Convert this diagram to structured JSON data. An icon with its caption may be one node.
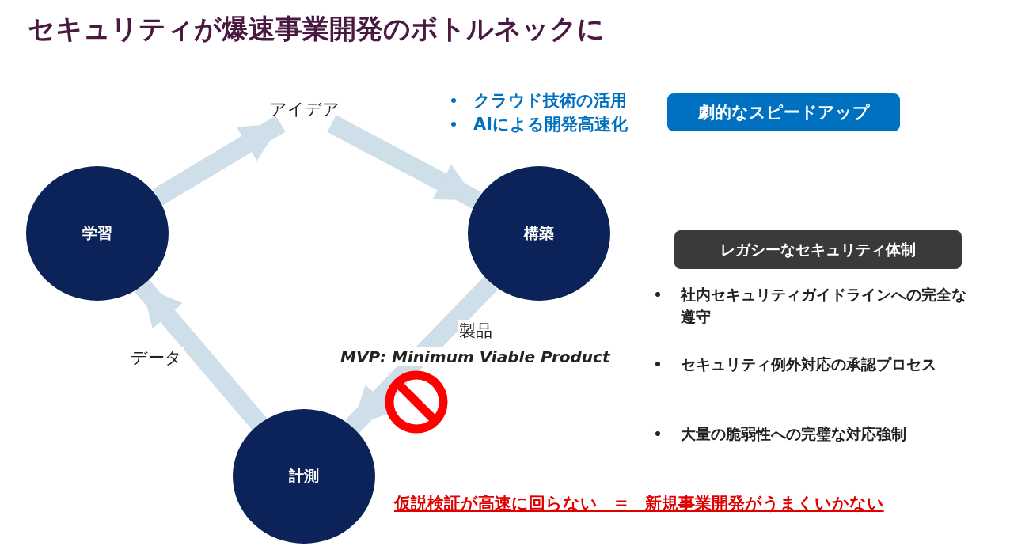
{
  "diagram": {
    "title": "セキュリティが爆速事業開発のボトルネックに",
    "nodes": [
      {
        "text": [
          "学習"
        ]
      },
      {
        "text": [
          "アイデア"
        ]
      },
      {
        "text": [
          "構築"
        ]
      },
      {
        "text": [
          "計測"
        ]
      },
      {
        "text": [
          "劇的なスピードアップ"
        ]
      },
      {
        "text": [
          "レガシーなセキュリティ体制"
        ]
      }
    ],
    "edges": [
      {
        "from": 0,
        "to": 1,
        "arrow": "to"
      },
      {
        "from": 1,
        "to": 2,
        "arrow": "to"
      },
      {
        "from": 2,
        "to": 3,
        "arrow": "to",
        "label": "製品"
      },
      {
        "from": 3,
        "to": 0,
        "arrow": "to",
        "label": "データ"
      }
    ],
    "labels": [
      "クラウド技術の活用",
      "AIによる開発高速化",
      "MVP: Minimum Viable Product",
      "社内セキュリティガイドラインへの完全な遵守",
      "セキュリティ例外対応の承認プロセス",
      "大量の脆弱性への完璧な対応強制",
      "仮説検証が高速に回らない　=　新規事業開発がうまくいかない"
    ]
  }
}
